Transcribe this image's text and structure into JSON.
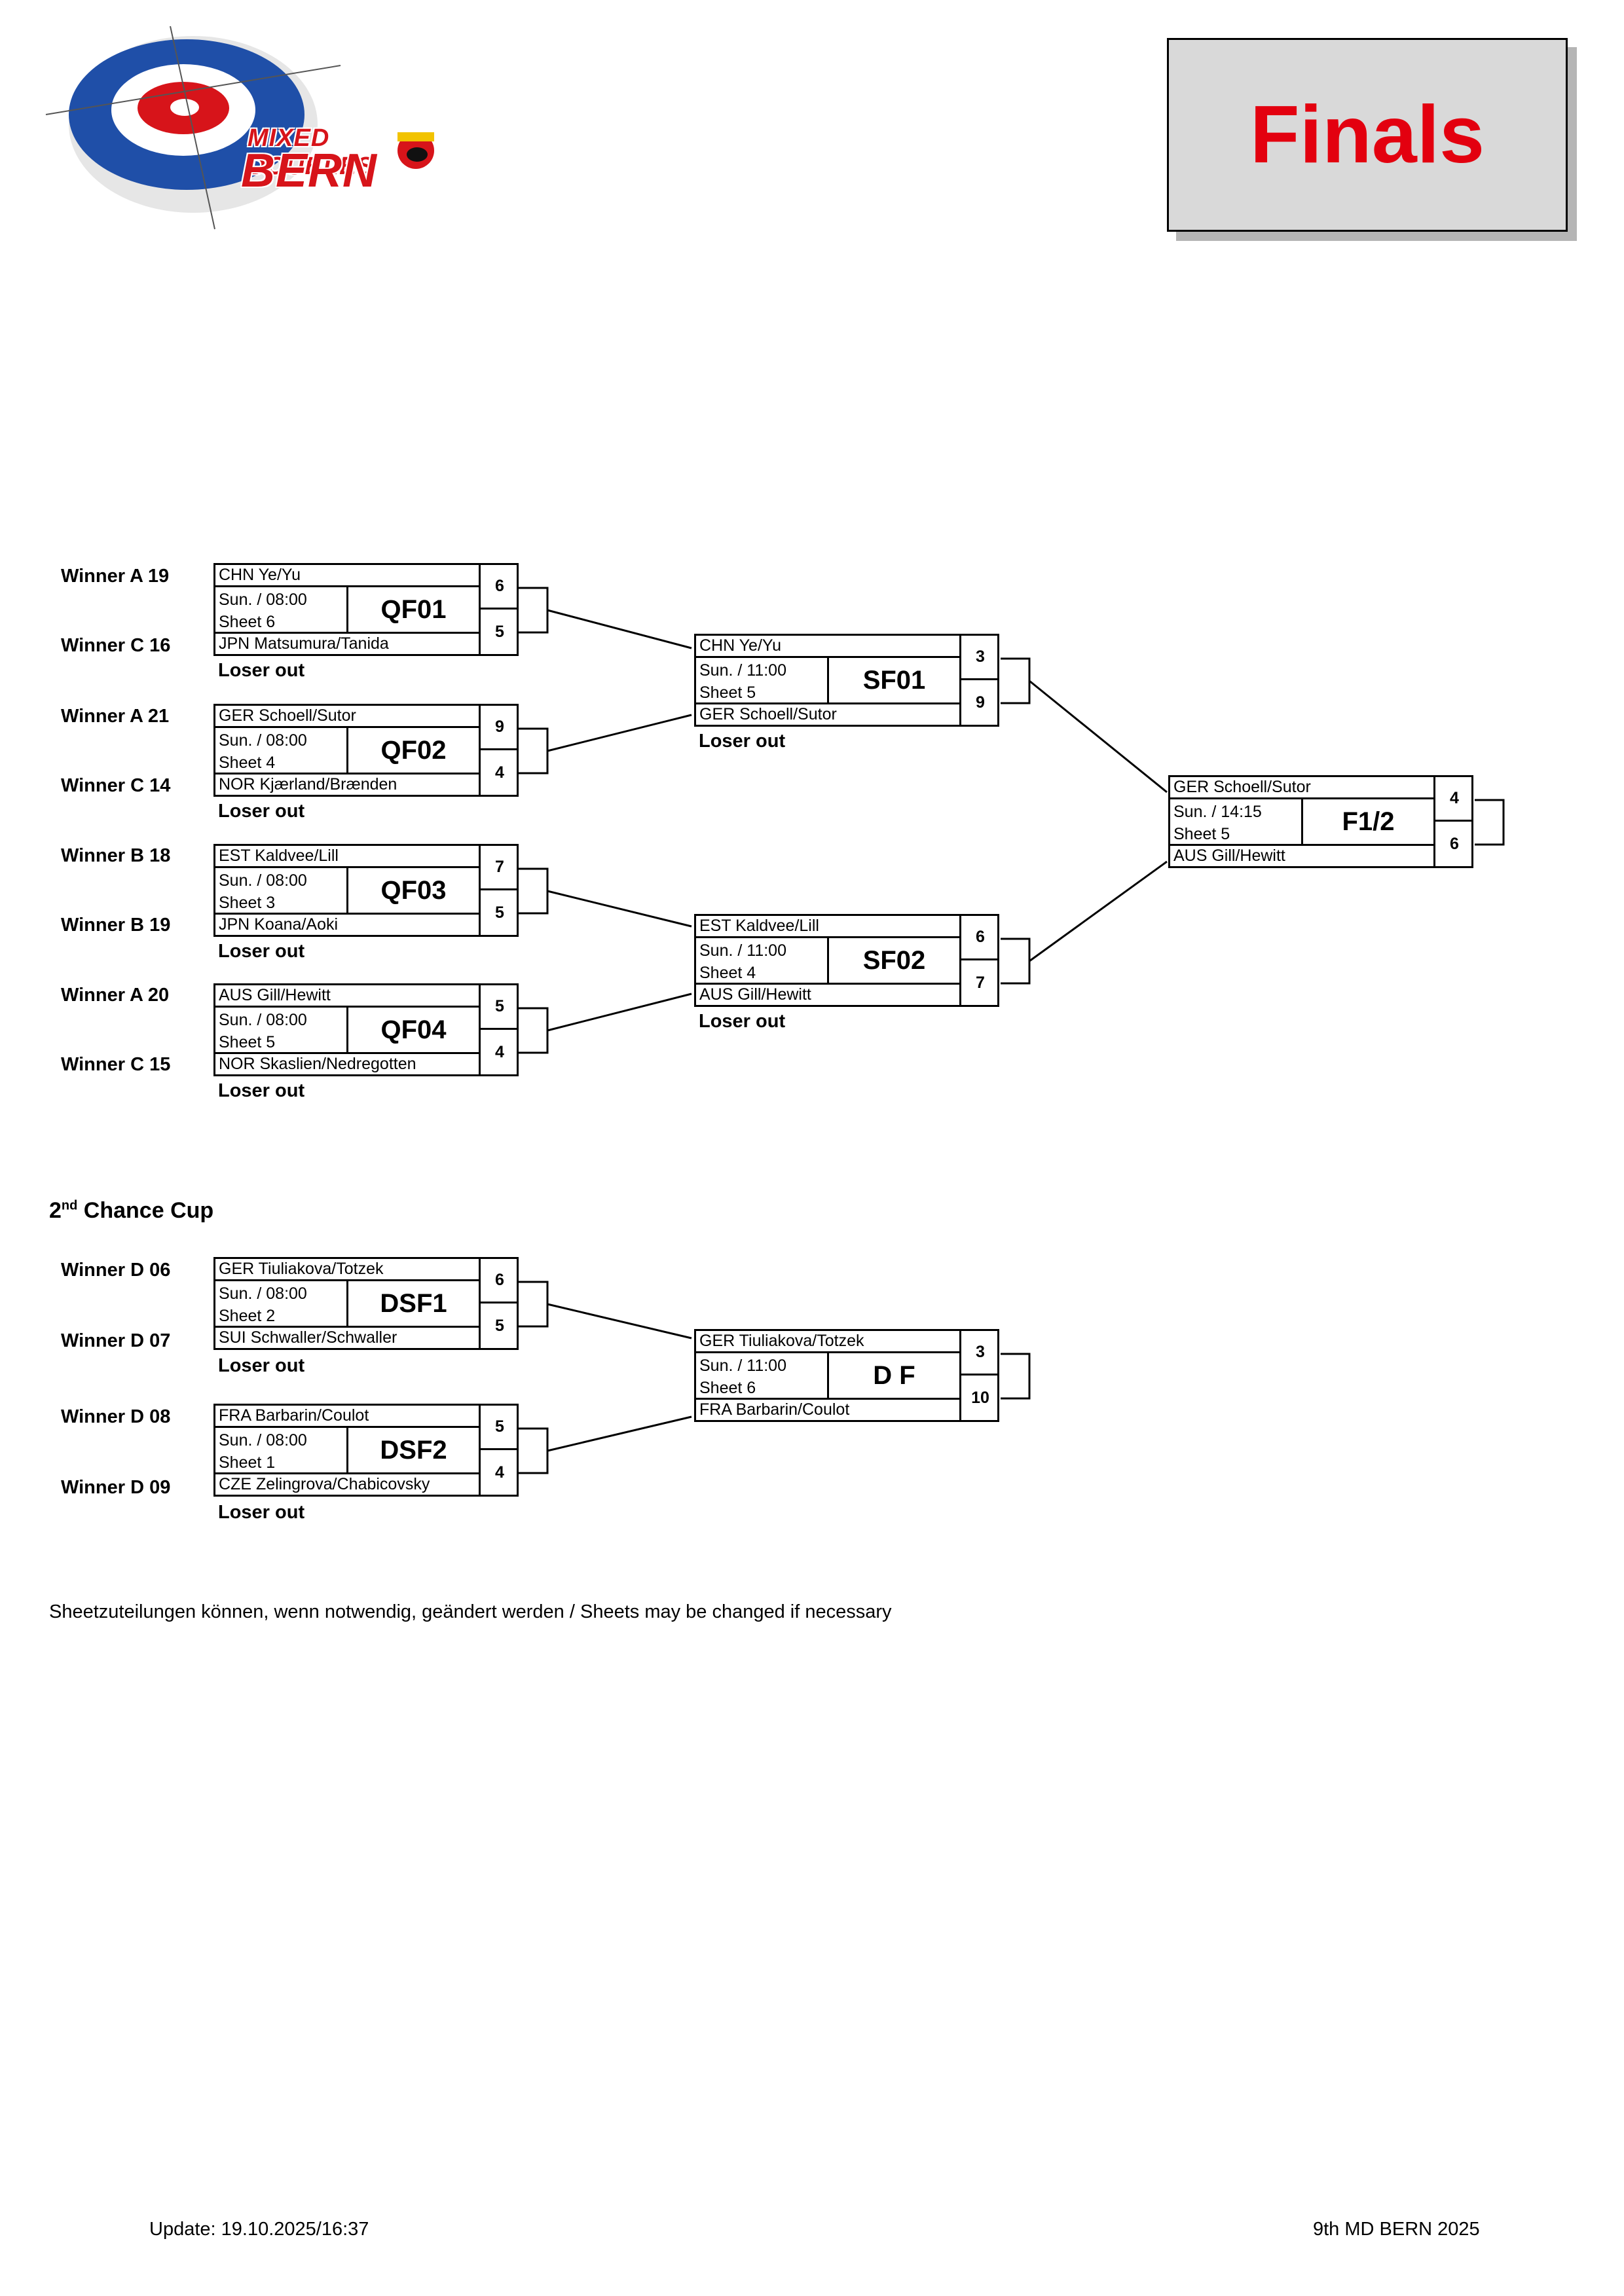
{
  "header": {
    "logo_line1": "MIXED DOUBLES",
    "logo_line2": "BERN",
    "title": "Finals"
  },
  "main_bracket": {
    "qf": [
      {
        "code": "QF01",
        "team1": "CHN Ye/Yu",
        "team2": "JPN Matsumura/Tanida",
        "score1": "6",
        "score2": "5",
        "date": "Sun. / 08:00",
        "sheet": "Sheet 6",
        "seed1": "Winner  A 19",
        "seed2": "Winner  C 16",
        "loser": "Loser out"
      },
      {
        "code": "QF02",
        "team1": "GER Schoell/Sutor",
        "team2": "NOR Kjærland/Brænden",
        "score1": "9",
        "score2": "4",
        "date": "Sun. / 08:00",
        "sheet": "Sheet 4",
        "seed1": "Winner  A 21",
        "seed2": "Winner  C 14",
        "loser": "Loser out"
      },
      {
        "code": "QF03",
        "team1": "EST Kaldvee/Lill",
        "team2": "JPN Koana/Aoki",
        "score1": "7",
        "score2": "5",
        "date": "Sun. / 08:00",
        "sheet": "Sheet 3",
        "seed1": "Winner  B 18",
        "seed2": "Winner  B 19",
        "loser": "Loser out"
      },
      {
        "code": "QF04",
        "team1": "AUS Gill/Hewitt",
        "team2": "NOR Skaslien/Nedregotten",
        "score1": "5",
        "score2": "4",
        "date": "Sun. / 08:00",
        "sheet": "Sheet 5",
        "seed1": "Winner  A 20",
        "seed2": "Winner  C 15",
        "loser": "Loser out"
      }
    ],
    "sf": [
      {
        "code": "SF01",
        "team1": "CHN Ye/Yu",
        "team2": "GER Schoell/Sutor",
        "score1": "3",
        "score2": "9",
        "date": "Sun. / 11:00",
        "sheet": "Sheet 5",
        "loser": "Loser out"
      },
      {
        "code": "SF02",
        "team1": "EST Kaldvee/Lill",
        "team2": "AUS Gill/Hewitt",
        "score1": "6",
        "score2": "7",
        "date": "Sun. / 11:00",
        "sheet": "Sheet 4",
        "loser": "Loser out"
      }
    ],
    "final": {
      "code": "F1/2",
      "team1": "GER Schoell/Sutor",
      "team2": "AUS Gill/Hewitt",
      "score1": "4",
      "score2": "6",
      "date": "Sun. / 14:15",
      "sheet": "Sheet 5"
    }
  },
  "second_chance": {
    "heading_pre": "2",
    "heading_sup": "nd",
    "heading_post": " Chance Cup",
    "sf": [
      {
        "code": "DSF1",
        "team1": "GER Tiuliakova/Totzek",
        "team2": "SUI Schwaller/Schwaller",
        "score1": "6",
        "score2": "5",
        "date": "Sun. / 08:00",
        "sheet": "Sheet 2",
        "seed1": "Winner  D 06",
        "seed2": "Winner  D 07",
        "loser": "Loser out"
      },
      {
        "code": "DSF2",
        "team1": "FRA Barbarin/Coulot",
        "team2": "CZE Zelingrova/Chabicovsky",
        "score1": "5",
        "score2": "4",
        "date": "Sun. / 08:00",
        "sheet": "Sheet 1",
        "seed1": "Winner  D 08",
        "seed2": "Winner  D 09",
        "loser": "Loser out"
      }
    ],
    "final": {
      "code": "D F",
      "team1": "GER Tiuliakova/Totzek",
      "team2": "FRA Barbarin/Coulot",
      "score1": "3",
      "score2": "10",
      "date": "Sun. / 11:00",
      "sheet": "Sheet 6"
    }
  },
  "footer": {
    "note": "Sheetzuteilungen können, wenn notwendig, geändert werden / Sheets may be changed if necessary",
    "update": "Update: 19.10.2025/16:37",
    "event": "9th MD BERN 2025"
  },
  "colors": {
    "title_red": "#e3000f",
    "title_box": "#d9d9d9",
    "logo_blue": "#1f4fa8",
    "logo_red": "#d7141a"
  }
}
